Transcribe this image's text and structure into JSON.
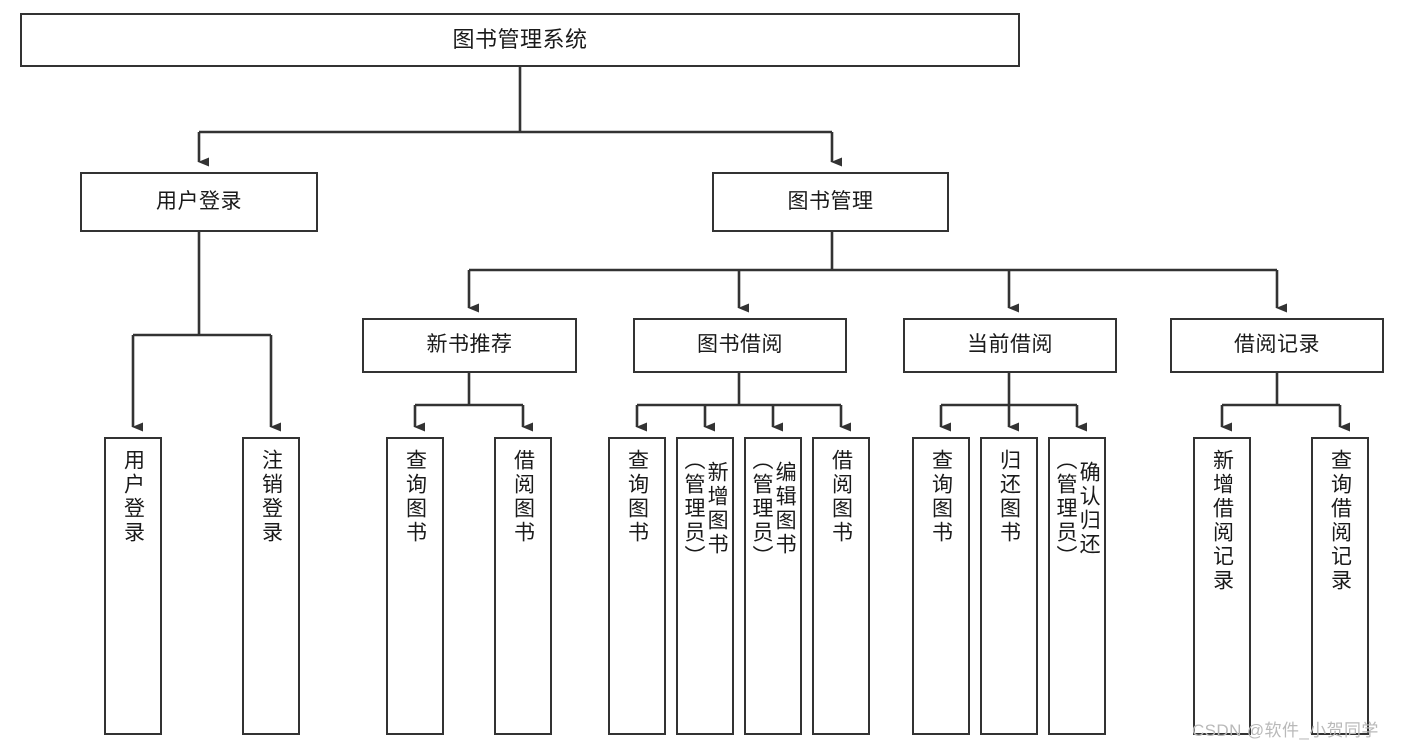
{
  "diagram": {
    "title": "图书管理系统",
    "type": "hierarchy-tree",
    "root": {
      "label": "图书管理系统"
    },
    "level2": [
      {
        "label": "用户登录"
      },
      {
        "label": "图书管理"
      }
    ],
    "level3": [
      {
        "label": "新书推荐"
      },
      {
        "label": "图书借阅"
      },
      {
        "label": "当前借阅"
      },
      {
        "label": "借阅记录"
      }
    ],
    "leaves": {
      "user_login": [
        {
          "label": "用户登录"
        },
        {
          "label": "注销登录"
        }
      ],
      "new_book_recommend": [
        {
          "label": "查询图书"
        },
        {
          "label": "借阅图书"
        }
      ],
      "book_borrow": [
        {
          "label": "查询图书"
        },
        {
          "label": "新增图书\n（管理员）"
        },
        {
          "label": "编辑图书\n（管理员）"
        },
        {
          "label": "借阅图书"
        }
      ],
      "current_borrow": [
        {
          "label": "查询图书"
        },
        {
          "label": "归还图书"
        },
        {
          "label": "确认归还\n（管理员）"
        }
      ],
      "borrow_record": [
        {
          "label": "新增借阅记录"
        },
        {
          "label": "查询借阅记录"
        }
      ]
    }
  },
  "watermark": {
    "text": "CSDN @软件_小贺同学"
  },
  "colors": {
    "stroke": "#333333",
    "background": "#ffffff",
    "text": "#1a1a1a",
    "watermark": "#b9b9b9"
  }
}
